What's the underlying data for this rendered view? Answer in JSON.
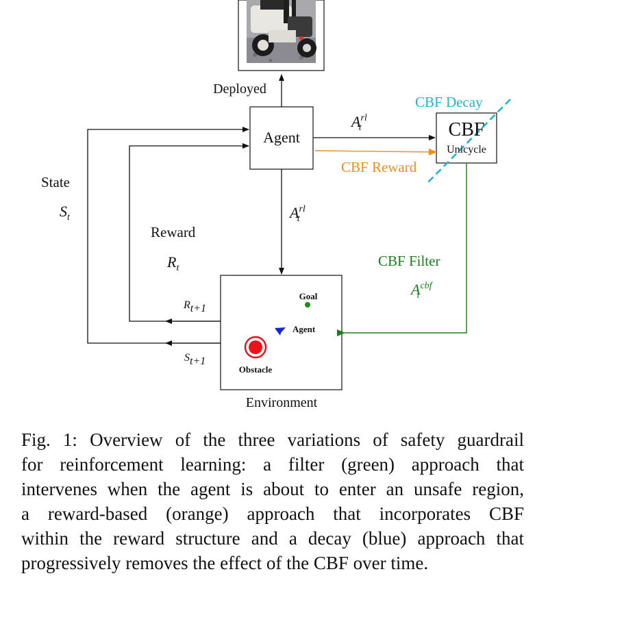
{
  "labels": {
    "deployed": "Deployed",
    "agent_box": "Agent",
    "cbf_box_title": "CBF",
    "cbf_box_sub": "Unicycle",
    "cbf_decay": "CBF Decay",
    "cbf_reward": "CBF Reward",
    "cbf_filter": "CBF Filter",
    "state": "State",
    "reward": "Reward",
    "environment": "Environment",
    "env_goal": "Goal",
    "env_agent": "Agent",
    "env_obstacle": "Obstacle"
  },
  "math": {
    "a_rl_base": "A",
    "a_rl_sup": "rl",
    "a_rl_sub": "t",
    "a_cbf_sup": "cbf",
    "s_t_base": "S",
    "s_t_sub": "t",
    "r_t_base": "R",
    "r_t_sub": "t",
    "r_next_base": "R",
    "r_next_sub": "t+1",
    "s_next_base": "S",
    "s_next_sub": "t+1"
  },
  "colors": {
    "filter": "#1a7f1a",
    "reward": "#f08c1e",
    "decay": "#1fb2d6",
    "obstacle": "#e8141c",
    "goal": "#1a8f1a",
    "env_agent": "#1428d2"
  },
  "caption": {
    "lines": [
      "Fig. 1: Overview of the three variations of safety guardrail",
      "for reinforcement learning: a filter (green) approach that",
      "intervenes when the agent is about to enter an unsafe region,",
      "a reward-based (orange) approach that incorporates CBF",
      "within the reward structure and a decay (blue) approach that",
      "progressively removes the effect of the CBF over time."
    ]
  }
}
